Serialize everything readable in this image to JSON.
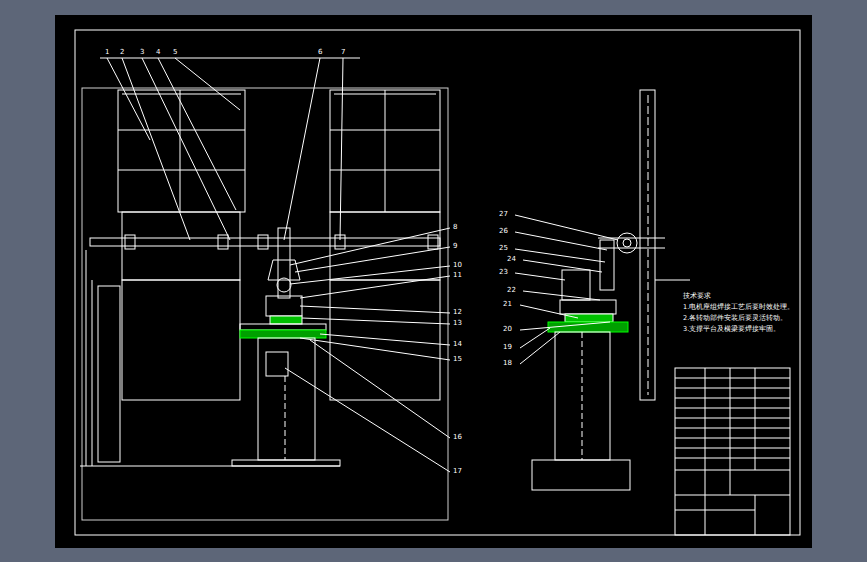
{
  "diagram": {
    "labels": [
      "1",
      "2",
      "3",
      "4",
      "5",
      "6",
      "7",
      "8",
      "9",
      "10",
      "11",
      "12",
      "13",
      "14",
      "15",
      "16",
      "17",
      "27",
      "26",
      "25",
      "24",
      "23",
      "22",
      "21",
      "20",
      "19",
      "18",
      "技术要求",
      "1.电机座组焊接工艺后要时效处理。",
      "2.各转动部件安装后要灵活转动。",
      "3.支撑平台及横梁要焊接牢固。"
    ]
  }
}
